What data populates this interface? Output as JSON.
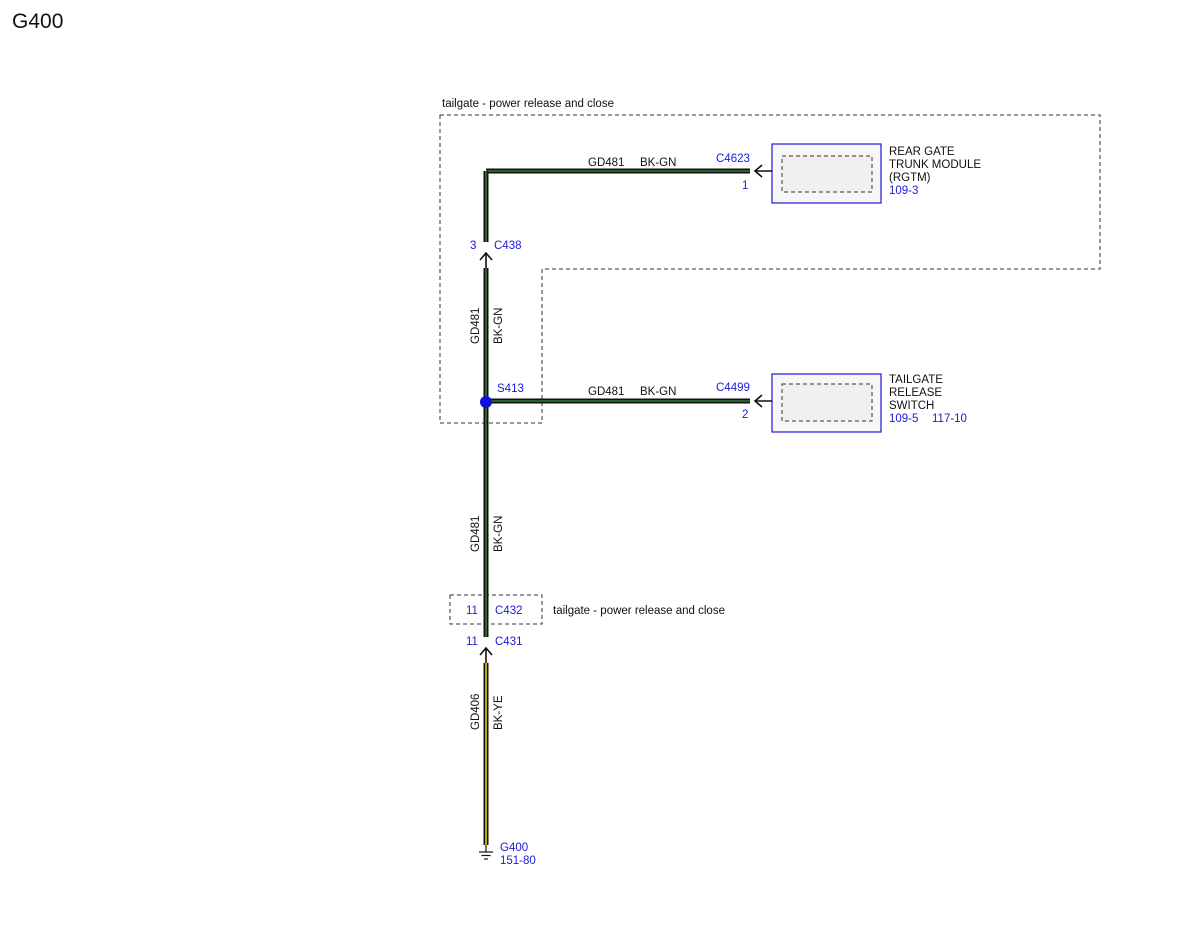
{
  "title": "G400",
  "colors": {
    "connector_text": "#1a1ad9",
    "wire_black": "#111111",
    "stripe_green": "#2e7d32",
    "stripe_yellow": "#e6d200",
    "splice": "#1010e0"
  },
  "zones": {
    "upper": {
      "label": "tailgate - power release and close"
    },
    "inline": {
      "label": "tailgate - power release and close"
    }
  },
  "components": {
    "rgtm": {
      "name_lines": [
        "REAR GATE",
        "TRUNK MODULE",
        "(RGTM)"
      ],
      "ref": "109-3",
      "connector": "C4623",
      "pin": "1"
    },
    "switch": {
      "name_lines": [
        "TAILGATE",
        "RELEASE",
        "SWITCH"
      ],
      "ref1": "109-5",
      "ref2": "117-10",
      "connector": "C4499",
      "pin": "2"
    }
  },
  "connectors": {
    "c438": {
      "name": "C438",
      "pin": "3"
    },
    "c432": {
      "name": "C432",
      "pin": "11"
    },
    "c431": {
      "name": "C431",
      "pin": "11"
    }
  },
  "splice": {
    "name": "S413"
  },
  "wires": {
    "top": {
      "circuit": "GD481",
      "color": "BK-GN"
    },
    "upper_vertical": {
      "circuit": "GD481",
      "color": "BK-GN"
    },
    "middle": {
      "circuit": "GD481",
      "color": "BK-GN"
    },
    "lower_vertical": {
      "circuit": "GD481",
      "color": "BK-GN"
    },
    "ground_lead": {
      "circuit": "GD406",
      "color": "BK-YE"
    }
  },
  "ground": {
    "name": "G400",
    "ref": "151-80"
  }
}
